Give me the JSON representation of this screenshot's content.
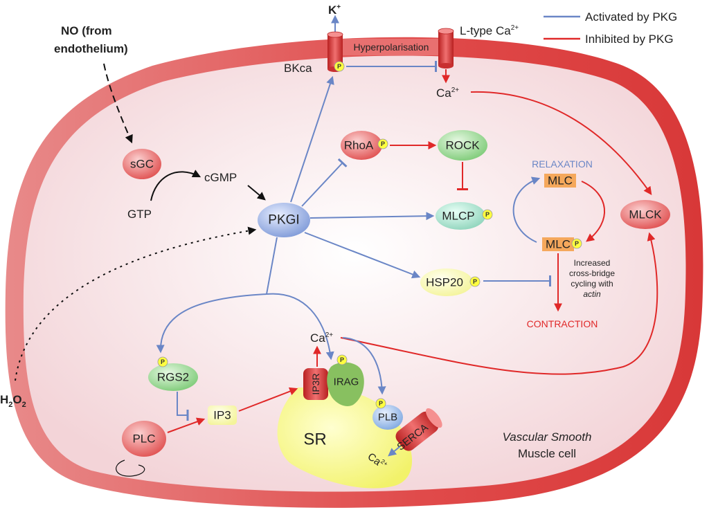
{
  "legend": {
    "activated": "Activated by PKG",
    "inhibited": "Inhibited by PKG",
    "activated_color": "#6a86c6",
    "inhibited_color": "#e02828"
  },
  "labels": {
    "no_line1": "NO (from",
    "no_line2": "endothelium)",
    "k": "K",
    "k_sup": "+",
    "ltype": "L-type Ca",
    "ltype_sup": "2+",
    "hyperpol": "Hyperpolarisation",
    "bkca": "BKca",
    "ca_top": "Ca",
    "ca_top_sup": "2+",
    "gtp": "GTP",
    "cgmp": "cGMP",
    "relaxation": "RELAXATION",
    "increased_1": "Increased",
    "increased_2": "cross-bridge",
    "increased_3": "cycling with",
    "increased_4": "actin",
    "contraction": "CONTRACTION",
    "ca_mid": "Ca",
    "ca_mid_sup": "2+",
    "h2o2": "H",
    "h2o2_sub1": "2",
    "h2o2_o": "O",
    "h2o2_sub2": "2",
    "vsm_1": "Vascular Smooth",
    "vsm_2": "Muscle cell",
    "ca_sr": "Ca",
    "ca_sr_sup": "2+",
    "p": "P"
  },
  "nodes": {
    "sgc": "sGC",
    "pkgi": "PKGI",
    "rhoa": "RhoA",
    "rock": "ROCK",
    "mlcp": "MLCP",
    "hsp20": "HSP20",
    "mlc_top": "MLC",
    "mlc_bottom": "MLC",
    "mlck": "MLCK",
    "rgs2": "RGS2",
    "ip3": "IP3",
    "plc": "PLC",
    "ip3r": "IP3R",
    "irag": "IRAG",
    "plb": "PLB",
    "serca": "SERCA",
    "sr": "SR"
  },
  "colors": {
    "membrane": "#e04a4a",
    "cytoplasm": "#f7e4e6",
    "sr": "#ffff88",
    "pkgi": "#7f9ad8",
    "sgc": "#e86a6a",
    "rhoa": "#d85a55",
    "rock": "#8cd48a",
    "mlcp": "#9ed9c4",
    "hsp20": "#ffffb0",
    "mlc": "#f5a85c",
    "mlck": "#e85a5a",
    "rgs2": "#b8e2b0",
    "ip3": "#ffffb8",
    "plc": "#e86060",
    "irag": "#88c060",
    "plb": "#8fb8e8",
    "phospho": "#ffff40"
  }
}
